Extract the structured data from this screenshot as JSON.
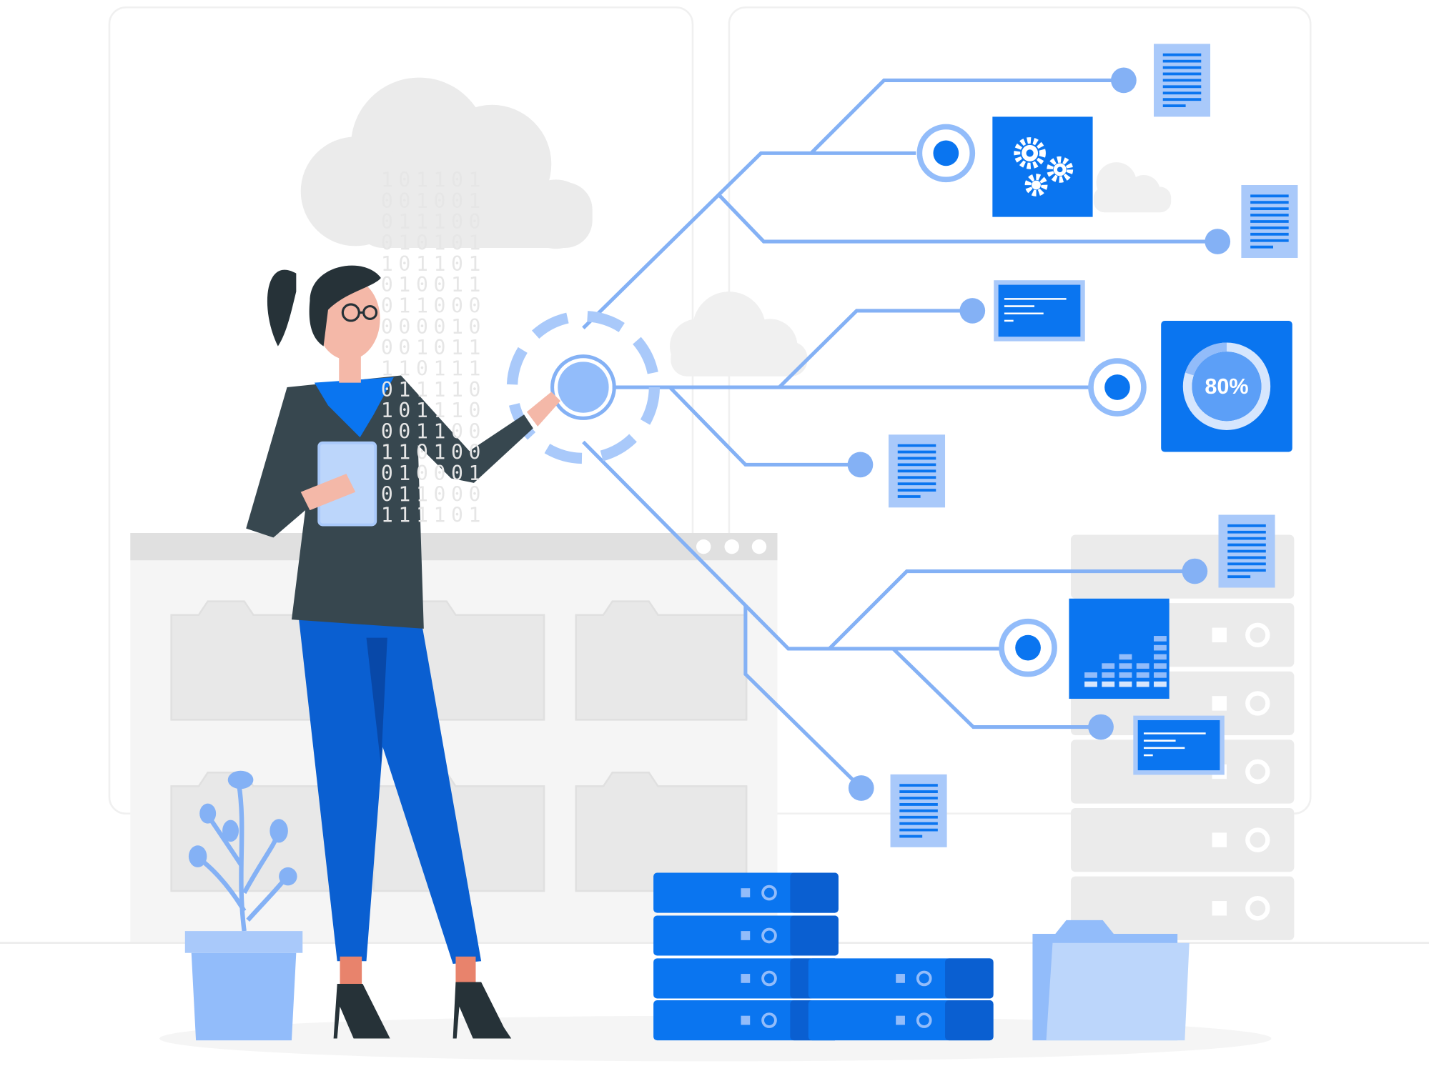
{
  "illustration": {
    "progress_widget": {
      "label": "80%",
      "value_percent": 80
    },
    "binary_rain": [
      "101101",
      "001001",
      "011100",
      "010101",
      "101101",
      "010011",
      "011000",
      "000010",
      "001011",
      "110111",
      "011110",
      "101110",
      "001100",
      "110100",
      "010001",
      "011000",
      "111101"
    ],
    "colors": {
      "primary_blue": "#0a75f0",
      "light_blue": "#92bcfa",
      "line_blue": "#84b1f5",
      "jacket": "#37474f",
      "pants": "#0a5fd1",
      "background_gray": "#ebebeb"
    }
  }
}
